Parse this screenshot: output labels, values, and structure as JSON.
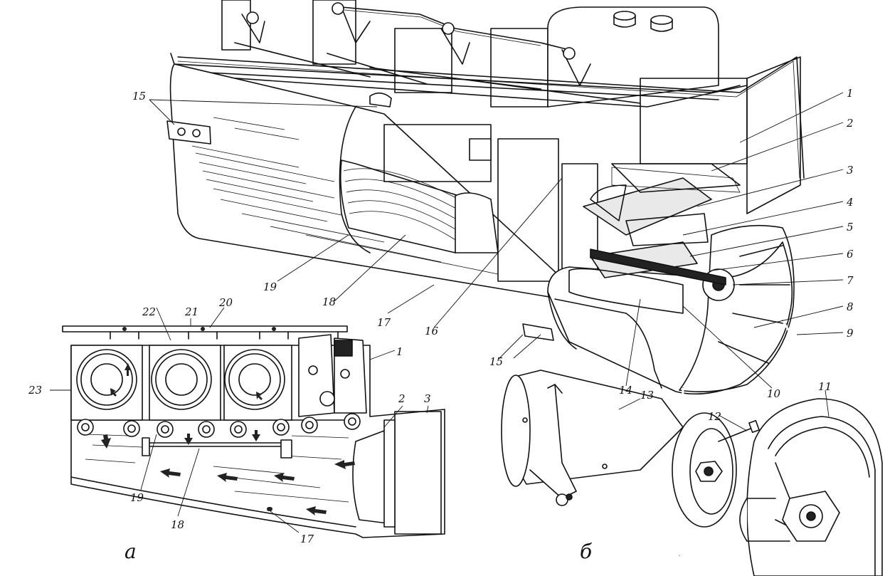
{
  "callouts": {
    "c1": "1",
    "c2": "2",
    "c3": "3",
    "c4": "4",
    "c5": "5",
    "c6": "6",
    "c7": "7",
    "c8": "8",
    "c9": "9",
    "c10": "10",
    "c11": "11",
    "c12": "12",
    "c13": "13",
    "c14": "14",
    "c15a": "15",
    "c15b": "15",
    "c16": "16",
    "c17": "17",
    "c18": "18",
    "c19": "19"
  },
  "inset": {
    "caption": "а",
    "callouts": {
      "c1": "1",
      "c2": "2",
      "c3": "3",
      "c17": "17",
      "c18": "18",
      "c19": "19",
      "c20": "20",
      "c21": "21",
      "c22": "22",
      "c23": "23"
    }
  },
  "detail": {
    "caption": "б"
  }
}
